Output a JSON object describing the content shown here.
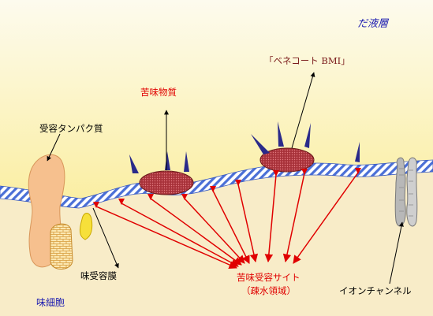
{
  "labels": {
    "saliva_layer": "だ液層",
    "bitter_substance": "苦味物質",
    "bmi_compound": "「ベネコート BMI」",
    "receptor_protein": "受容タンパク質",
    "taste_membrane": "味受容膜",
    "taste_cell": "味細胞",
    "bitter_site_line1": "苦味受容サイト",
    "bitter_site_line2": "（疎水領域）",
    "ion_channel": "イオンチャンネル"
  },
  "colors": {
    "saliva_top": "#fdfbee",
    "saliva_bottom": "#f8e77e",
    "cell_body": "#f8ecc8",
    "membrane_stripe": "#4a6fd6",
    "molecule": "#a8323a",
    "arrow_red": "#e00000",
    "protein": "#f6c08e",
    "channel": "#b8b8b8",
    "label_blue": "#1a1ab0"
  }
}
